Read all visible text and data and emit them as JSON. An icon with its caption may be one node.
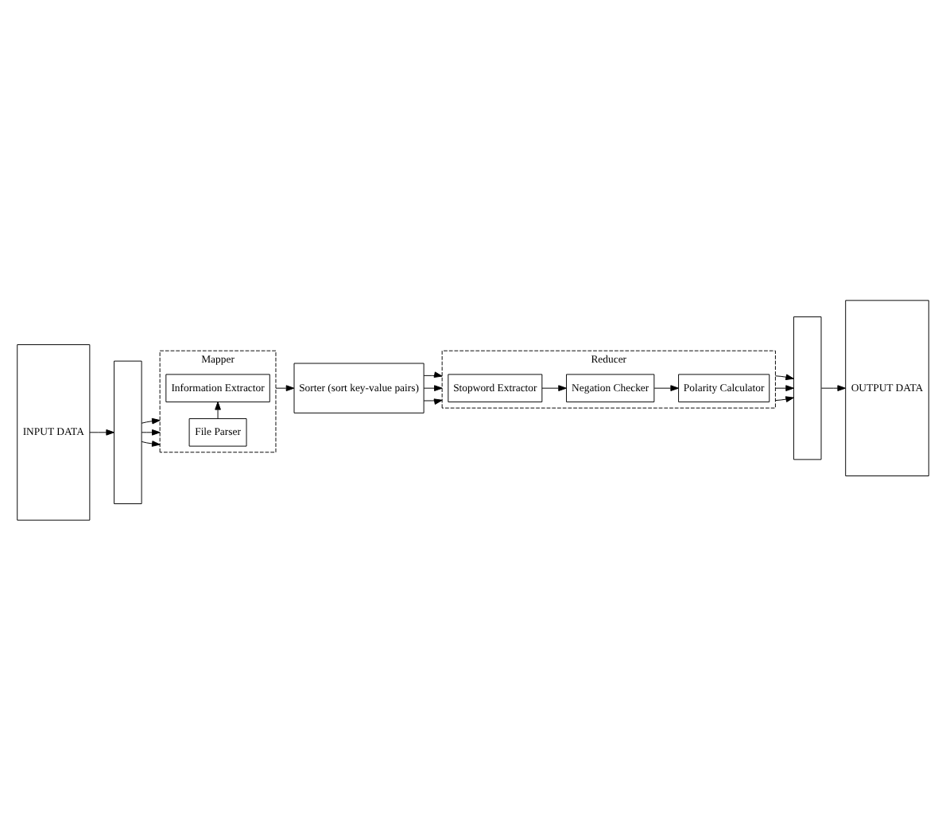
{
  "diagram": {
    "nodes": [
      {
        "text": [
          "INPUT DATA"
        ]
      },
      {
        "text": [],
        "shape": "box"
      },
      {
        "text": [
          "Mapper"
        ]
      },
      {
        "text": [
          "File Parser"
        ],
        "in": 2
      },
      {
        "text": [
          "Information Extractor"
        ],
        "in": 2
      },
      {
        "text": [
          "Sorter (sort key-value pairs)"
        ]
      },
      {
        "text": [
          "Reducer"
        ]
      },
      {
        "text": [
          "Stopword Extractor"
        ],
        "in": 6
      },
      {
        "text": [
          "Negation Checker"
        ],
        "in": 6
      },
      {
        "text": [
          "Polarity Calculator"
        ],
        "in": 6
      },
      {
        "text": [],
        "shape": "box"
      },
      {
        "text": [
          "OUTPUT DATA"
        ]
      }
    ],
    "edges": [
      {
        "from": 0,
        "to": 1,
        "arrow": "to"
      },
      {
        "from": 1,
        "to": 2,
        "arrow": "to"
      },
      {
        "from": 1,
        "to": 2,
        "arrow": "to"
      },
      {
        "from": 1,
        "to": 2,
        "arrow": "to"
      },
      {
        "from": 3,
        "to": 4,
        "arrow": "to"
      },
      {
        "from": 2,
        "to": 5,
        "arrow": "to"
      },
      {
        "from": 5,
        "to": 6,
        "arrow": "to"
      },
      {
        "from": 5,
        "to": 6,
        "arrow": "to"
      },
      {
        "from": 5,
        "to": 6,
        "arrow": "to"
      },
      {
        "from": 7,
        "to": 8,
        "arrow": "to"
      },
      {
        "from": 8,
        "to": 9,
        "arrow": "to"
      },
      {
        "from": 6,
        "to": 10,
        "arrow": "to"
      },
      {
        "from": 6,
        "to": 10,
        "arrow": "to"
      },
      {
        "from": 6,
        "to": 10,
        "arrow": "to"
      },
      {
        "from": 10,
        "to": 11,
        "arrow": "to"
      }
    ]
  }
}
